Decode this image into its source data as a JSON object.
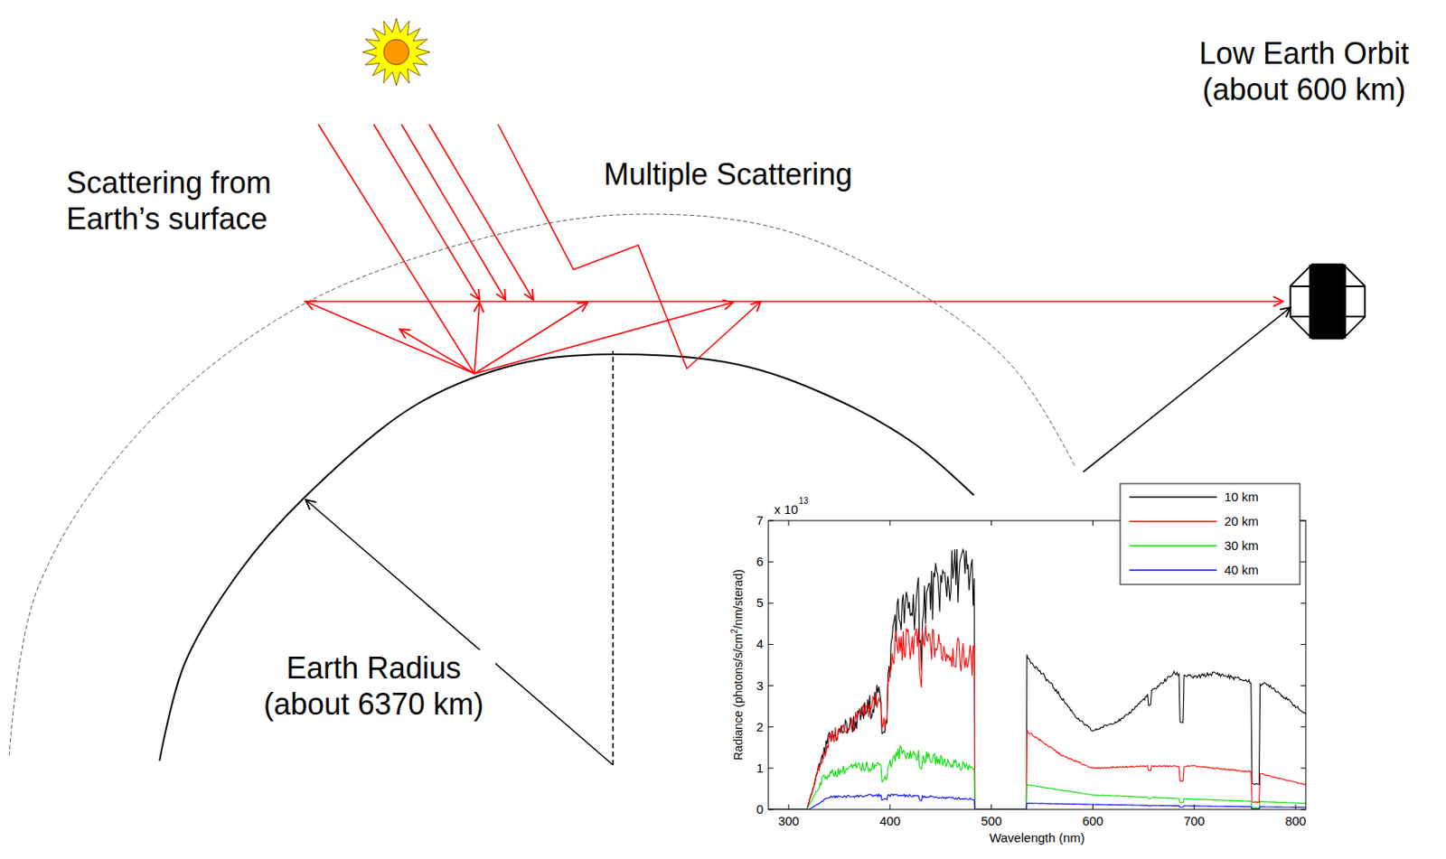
{
  "diagram": {
    "labels": [
      "Multiple Scattering",
      "Low Earth Orbit (about 600 km)",
      "Scattering from Earth’s surface",
      "Earth Radius (about 6370 km)",
      "x 10",
      "13",
      "0",
      "1",
      "2",
      "3",
      "4",
      "5",
      "6",
      "7",
      "300",
      "400",
      "500",
      "600",
      "700",
      "800",
      "Wavelength (nm)",
      "Radiance (photons/s/cm",
      "2",
      "/nm/sterad)"
    ],
    "legend": [
      {
        "text": "10 km"
      },
      {
        "text": "20 km"
      },
      {
        "text": "30 km"
      },
      {
        "text": "40 km"
      }
    ]
  }
}
